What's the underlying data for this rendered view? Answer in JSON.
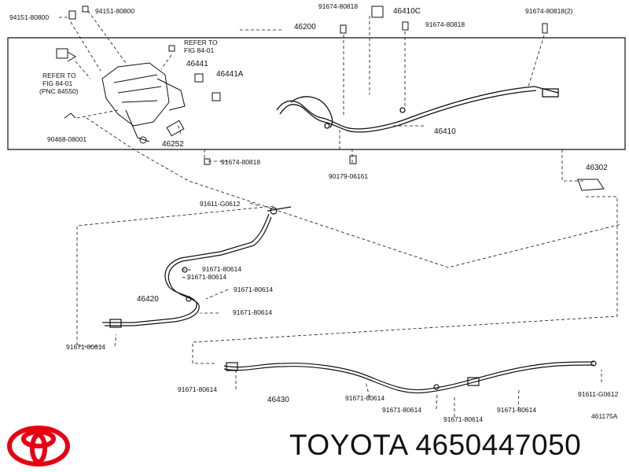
{
  "parts": {
    "p94151_80800_a": "94151-80800",
    "p94151_80800_b": "94151-80800",
    "p91674_80818_a": "91674-80818",
    "p46410C": "46410C",
    "p91674_80818_2": "91674-80818(2)",
    "p46200": "46200",
    "p91674_80818_b": "91674-80818",
    "refer1_l1": "REFER TO",
    "refer1_l2": "FIG 84-01",
    "p46441": "46441",
    "p46441A": "46441A",
    "refer2_l1": "REFER TO",
    "refer2_l2": "FIG 84-01",
    "refer2_l3": "(PNC 84550)",
    "p90468_08001": "90468-08001",
    "p46252": "46252",
    "p46410": "46410",
    "p91674_80818_c": "91674-80818",
    "p90179_06161": "90179-06161",
    "p46302": "46302",
    "p91611_G0612_a": "91611-G0612",
    "p91671_80614_a": "91671-80614",
    "p91671_80614_b": "91671-80614",
    "p91671_80614_c": "91671-80614",
    "p46420": "46420",
    "p91671_80614_d": "91671-80614",
    "p91671_80614_e": "91671-80614",
    "p91671_80614_f": "91671-80614",
    "p46430": "46430",
    "p91671_80614_g": "91671-80614",
    "p91611_G0612_b": "91611-G0612",
    "p91671_80614_h": "91671-80614",
    "p91671_80614_i": "91671-80614",
    "p91671_80614_j": "91671-80614",
    "fig_code": "461175A"
  },
  "brand": {
    "caption": "TOYOTA 4650447050",
    "logo": "toyota-logo",
    "logo_color": "#e60012"
  }
}
